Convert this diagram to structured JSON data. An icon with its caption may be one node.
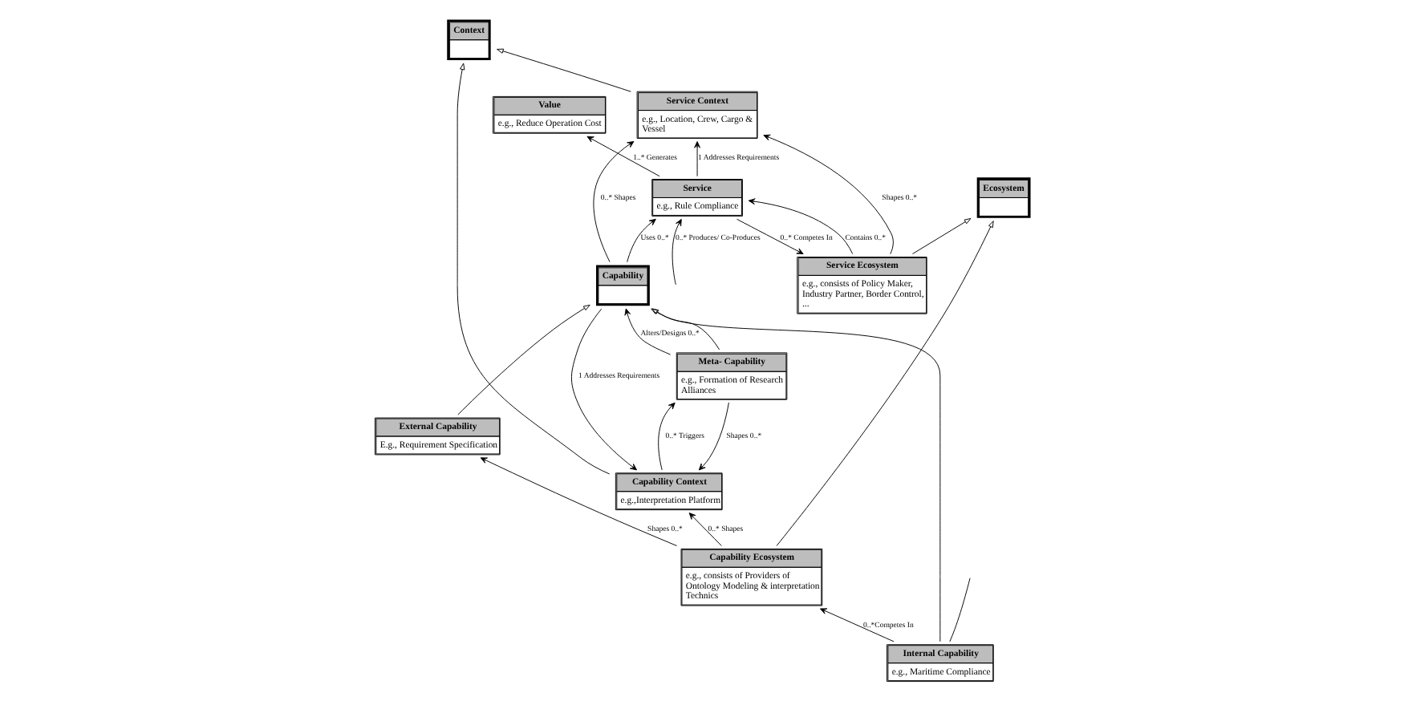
{
  "diagram": {
    "nodes": [
      {
        "text": [
          "Capability Ecosystem",
          "e.g., consists of Providers of Ontology Modeling & interpretation Technics"
        ]
      },
      {
        "text": [
          "Ecosystem"
        ]
      },
      {
        "text": [
          "Service Ecosystem",
          "e.g., consists of Policy Maker, Industry Partner, Border Control, ..."
        ]
      },
      {
        "text": [
          "Context"
        ]
      },
      {
        "text": [
          "Internal Capability",
          "e.g., Maritime Compliance"
        ]
      },
      {
        "text": [
          "Capability Context",
          "e.g.,Interpretation Platform"
        ]
      },
      {
        "text": [
          "Service Context",
          "e.g., Location, Crew, Cargo & Vessel"
        ]
      },
      {
        "text": [
          "Meta- Capability",
          "e.g., Formation of Research Alliances"
        ]
      },
      {
        "text": [
          "Capability"
        ]
      },
      {
        "text": [
          "Service",
          "e.g., Rule Compliance"
        ]
      },
      {
        "text": [
          "Value",
          "e.g., Reduce Operation Cost"
        ]
      },
      {
        "text": [
          "External Capability",
          "E.g., Requirement Specification"
        ]
      }
    ],
    "edges": [
      {
        "from": 0,
        "to": 1,
        "arrow": "to"
      },
      {
        "from": 2,
        "to": 1,
        "arrow": "to"
      },
      {
        "from": 5,
        "to": 3,
        "arrow": "to"
      },
      {
        "from": 6,
        "to": 3,
        "arrow": "to"
      },
      {
        "from": 4,
        "to": 0,
        "arrow": "to",
        "label": "0..*Competes In"
      },
      {
        "from": 0,
        "to": 5,
        "arrow": "to",
        "label": "0..* Shapes"
      },
      {
        "from": 7,
        "to": 5,
        "arrow": "to",
        "label": "Shapes 0..*"
      },
      {
        "from": 4,
        "to": 8,
        "arrow": "to"
      },
      {
        "from": 5,
        "to": 7,
        "arrow": "to",
        "label": "0..* Triggers"
      },
      {
        "from": 8,
        "to": 5,
        "arrow": "to",
        "label": "1 Addresses Requirements"
      },
      {
        "from": 7,
        "to": 8,
        "arrow": "to",
        "label": "Alters/Designs 0..*"
      },
      {
        "from": 7,
        "to": 8,
        "arrow": "to"
      },
      {
        "from": 8,
        "to": 6,
        "arrow": "to",
        "label": "0..* Shapes"
      },
      {
        "from": 2,
        "to": 6,
        "arrow": "to",
        "label": "Shapes 0..*"
      },
      {
        "from": 9,
        "to": 2,
        "arrow": "to",
        "label": "0..* Competes In"
      },
      {
        "from": 2,
        "to": 9,
        "arrow": "to",
        "label": "Contains 0..*"
      },
      {
        "from": 9,
        "to": 6,
        "arrow": "to",
        "label": "1 Addresses Requirements"
      },
      {
        "from": 8,
        "to": 9,
        "arrow": "to",
        "label": "Uses 0..*"
      },
      {
        "from": 11,
        "to": 8,
        "arrow": "to"
      },
      {
        "from": 9,
        "to": 10,
        "arrow": "to",
        "label": "1..* Generates"
      },
      {
        "from": 0,
        "to": 11,
        "arrow": "to",
        "label": "Shapes 0..*"
      },
      {
        "from": 4,
        "to": null,
        "arrow": "none"
      },
      {
        "from": null,
        "to": 9,
        "arrow": "to",
        "label": "0..* Produces/ Co-Produces"
      }
    ]
  }
}
